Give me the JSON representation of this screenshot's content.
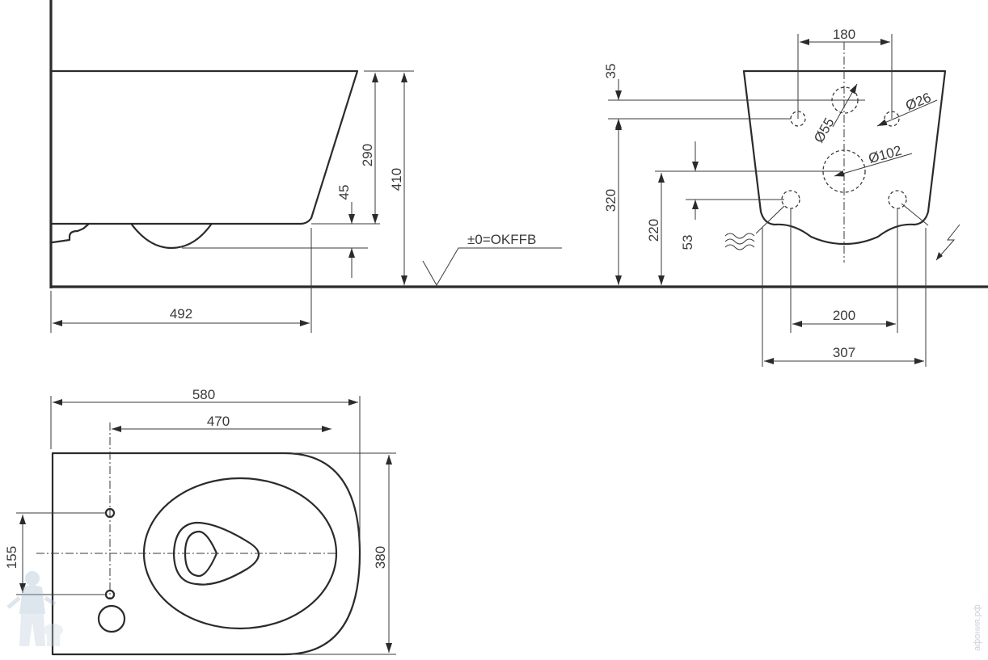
{
  "dimensions": {
    "side_length": "492",
    "side_top_to_seat": "290",
    "side_total_height": "410",
    "side_bottom_45": "45",
    "floor_reference": "±0=OKFFB",
    "rear_bolt_spacing": "180",
    "rear_top_35": "35",
    "rear_bolt_height": "320",
    "rear_outlet_height": "220",
    "rear_inlet_offset": "53",
    "rear_bolt_hole": "Ø26",
    "rear_inlet_hole": "Ø55",
    "rear_outlet_hole": "Ø102",
    "rear_feet_spacing": "200",
    "rear_base_width": "307",
    "top_length": "580",
    "top_bolt_to_front": "470",
    "top_bolt_spacing": "155",
    "top_width": "380"
  },
  "watermark": "афония.рф",
  "icons": {
    "water_supply": "water-waves-icon",
    "electric": "lightning-icon",
    "plumber_logo": "plumber-mascot-icon"
  },
  "colors": {
    "line": "#2b2b2b",
    "background": "#ffffff",
    "watermark": "#c9d3dc"
  }
}
